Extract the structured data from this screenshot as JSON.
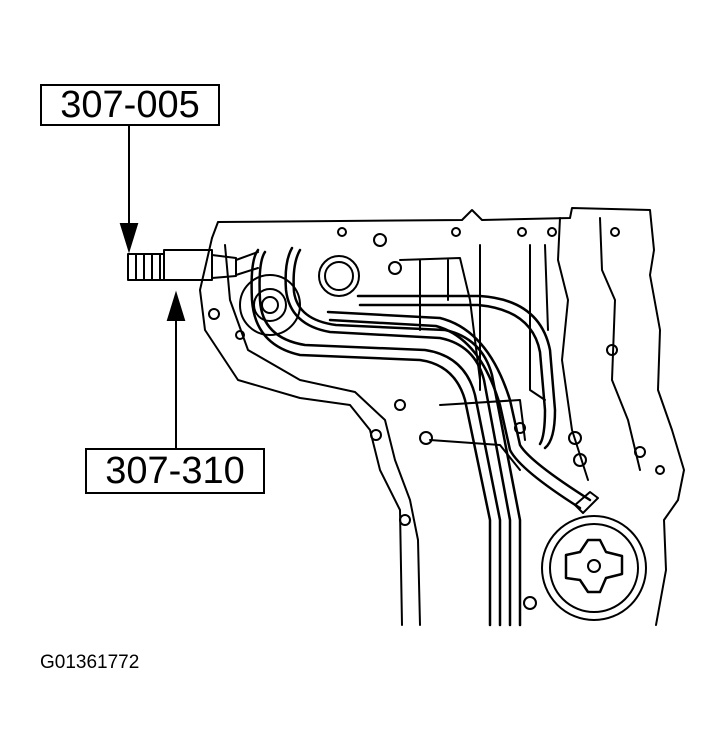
{
  "callouts": {
    "top_label": "307-005",
    "bottom_label": "307-310"
  },
  "figure_id": "G01361772"
}
